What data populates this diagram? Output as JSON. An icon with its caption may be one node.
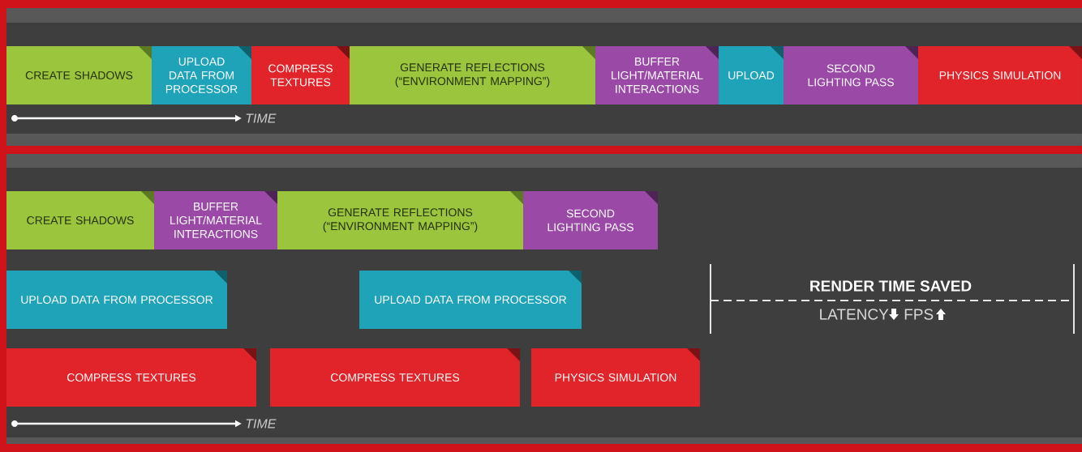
{
  "diagram": {
    "nodes": [
      {
        "text": [
          "CREATE SHADOWS"
        ]
      },
      {
        "text": [
          "UPLOAD DATA FROM PROCESSOR"
        ]
      },
      {
        "text": [
          "COMPRESS TEXTURES"
        ]
      },
      {
        "text": [
          "GENERATE REFLECTIONS (“ENVIRONMENT MAPPING”)"
        ]
      },
      {
        "text": [
          "BUFFER LIGHT/MATERIAL INTERACTIONS"
        ]
      },
      {
        "text": [
          "UPLOAD"
        ]
      },
      {
        "text": [
          "SECOND LIGHTING PASS"
        ]
      },
      {
        "text": [
          "PHYSICS SIMULATION"
        ]
      },
      {
        "text": [
          "CREATE SHADOWS"
        ]
      },
      {
        "text": [
          "BUFFER LIGHT/MATERIAL INTERACTIONS"
        ]
      },
      {
        "text": [
          "GENERATE REFLECTIONS (“ENVIRONMENT MAPPING”)"
        ]
      },
      {
        "text": [
          "SECOND LIGHTING PASS"
        ]
      },
      {
        "text": [
          "UPLOAD DATA FROM PROCESSOR"
        ]
      },
      {
        "text": [
          "UPLOAD DATA FROM PROCESSOR"
        ]
      },
      {
        "text": [
          "COMPRESS TEXTURES"
        ]
      },
      {
        "text": [
          "COMPRESS TEXTURES"
        ]
      },
      {
        "text": [
          "PHYSICS SIMULATION"
        ]
      }
    ],
    "labels": [
      "TIME",
      "RENDER TIME SAVED",
      "LATENCY",
      "FPS",
      "TIME"
    ]
  }
}
